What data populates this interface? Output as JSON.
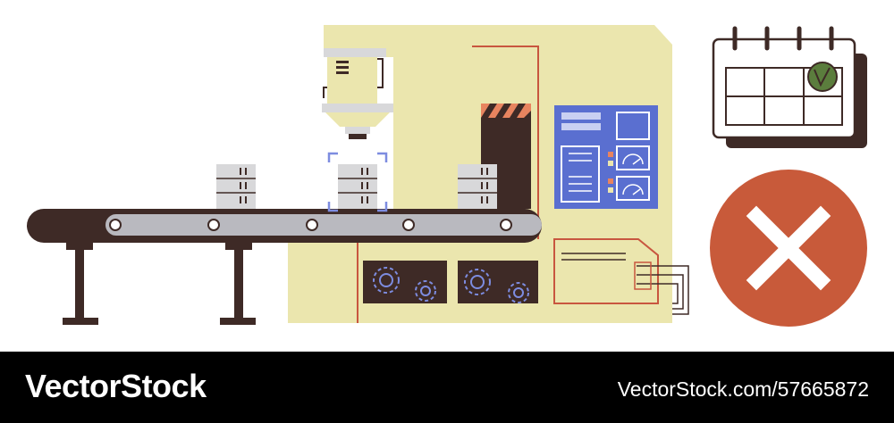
{
  "illustration": {
    "subject": "factory-production-line-with-conveyor-calendar-and-rejection-mark",
    "colors": {
      "machine_body": "#ebe6ae",
      "outline_red": "#c8563f",
      "belt_dark": "#3e2a26",
      "control_panel": "#5a6fd0",
      "reject_circle": "#c85a3a",
      "calendar_check": "#5b7d3d",
      "hazard_stripe": "#e8845f",
      "box_grey": "#d8d8da"
    },
    "icons": {
      "calendar": "calendar-icon",
      "checkmark": "checkmark-icon",
      "reject": "cross-icon",
      "gears": "gear-icon"
    }
  },
  "footer": {
    "brand": "VectorStock",
    "image_id": "VectorStock.com/57665872"
  }
}
